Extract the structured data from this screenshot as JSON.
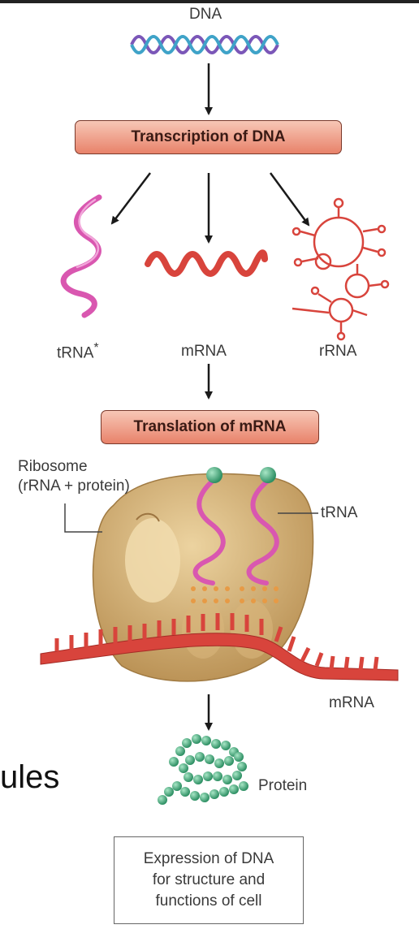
{
  "labels": {
    "dna": "DNA",
    "transcription": "Transcription of DNA",
    "trna": "tRNA",
    "trna_asterisk": "*",
    "mrna": "mRNA",
    "rrna": "rRNA",
    "translation": "Translation of mRNA",
    "ribosome": "Ribosome\n(rRNA + protein)",
    "trna_pointer": "tRNA",
    "mrna_bottom": "mRNA",
    "protein": "Protein",
    "expression": "Expression of DNA\nfor structure and\nfunctions of cell",
    "cropped_side_text": "ules"
  },
  "colors": {
    "process_box_fill": "#e8826a",
    "trna": "#d957b0",
    "mrna": "#d8443c",
    "ribosome": "#c9a468",
    "amino_acid": "#3fae7e"
  }
}
